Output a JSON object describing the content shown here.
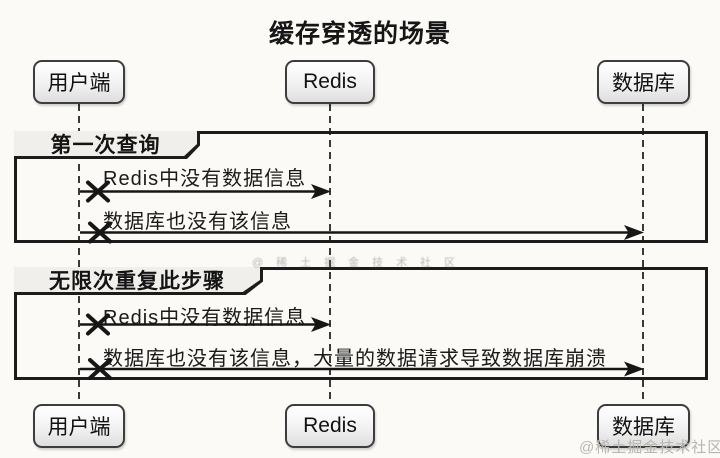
{
  "title": "缓存穿透的场景",
  "actors": {
    "client": "用户端",
    "redis": "Redis",
    "database": "数据库"
  },
  "frames": [
    {
      "label": "第一次查询",
      "messages": [
        "Redis中没有数据信息",
        "数据库也没有该信息"
      ]
    },
    {
      "label": "无限次重复此步骤",
      "messages": [
        "Redis中没有数据信息",
        "数据库也没有该信息，大量的数据请求导致数据库崩溃"
      ]
    }
  ],
  "watermark": {
    "middle": "@稀土掘金技术社区",
    "bottom_right": "@稀土掘金技术社区"
  },
  "colors": {
    "ink": "#1c1c1c",
    "background": "#fbfaf6",
    "tab_fill": "#f0efeb",
    "watermark": "#b9b5b1"
  }
}
